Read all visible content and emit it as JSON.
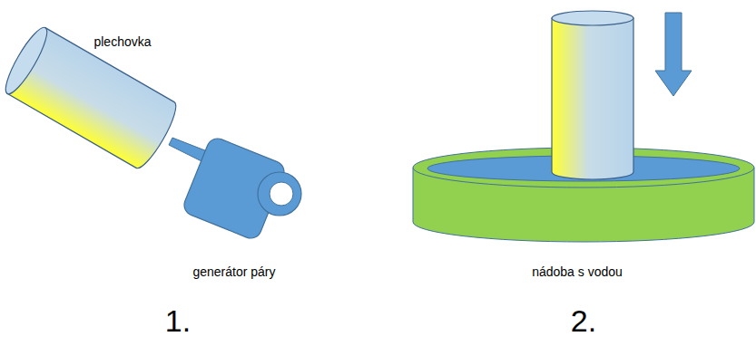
{
  "diagram": {
    "labels": [
      "plechovka",
      "generátor páry",
      "1.",
      "nádoba s vodou",
      "2."
    ]
  }
}
